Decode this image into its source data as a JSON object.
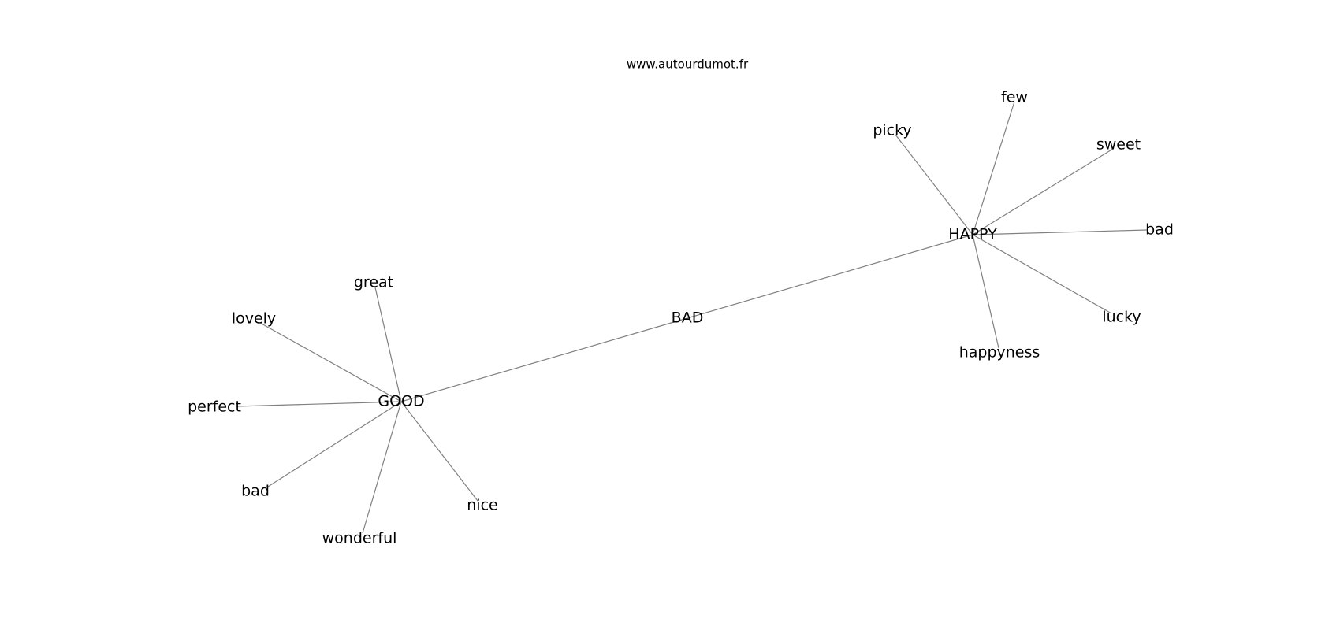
{
  "watermark": "www.autourdumot.fr",
  "colors": {
    "edge": "#808080",
    "text": "#000000",
    "background": "#ffffff"
  },
  "graph": {
    "nodes": [
      {
        "id": "bad_center",
        "label": "BAD"
      },
      {
        "id": "good",
        "label": "GOOD"
      },
      {
        "id": "happy",
        "label": "HAPPY"
      },
      {
        "id": "great",
        "label": "great"
      },
      {
        "id": "lovely",
        "label": "lovely"
      },
      {
        "id": "perfect",
        "label": "perfect"
      },
      {
        "id": "bad_left",
        "label": "bad"
      },
      {
        "id": "wonderful",
        "label": "wonderful"
      },
      {
        "id": "nice",
        "label": "nice"
      },
      {
        "id": "picky",
        "label": "picky"
      },
      {
        "id": "few",
        "label": "few"
      },
      {
        "id": "sweet",
        "label": "sweet"
      },
      {
        "id": "bad_right",
        "label": "bad"
      },
      {
        "id": "lucky",
        "label": "lucky"
      },
      {
        "id": "happyness",
        "label": "happyness"
      }
    ],
    "edges": [
      [
        "bad_center",
        "good"
      ],
      [
        "bad_center",
        "happy"
      ],
      [
        "good",
        "great"
      ],
      [
        "good",
        "lovely"
      ],
      [
        "good",
        "perfect"
      ],
      [
        "good",
        "bad_left"
      ],
      [
        "good",
        "wonderful"
      ],
      [
        "good",
        "nice"
      ],
      [
        "happy",
        "picky"
      ],
      [
        "happy",
        "few"
      ],
      [
        "happy",
        "sweet"
      ],
      [
        "happy",
        "bad_right"
      ],
      [
        "happy",
        "lucky"
      ],
      [
        "happy",
        "happyness"
      ]
    ]
  }
}
